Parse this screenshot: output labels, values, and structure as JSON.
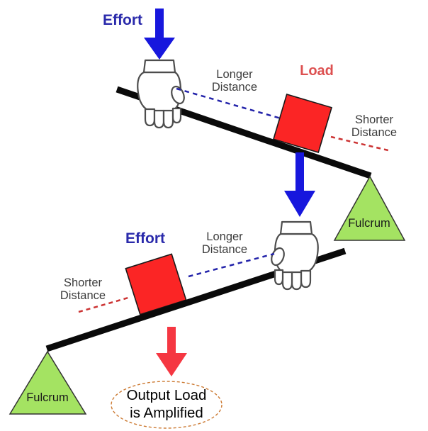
{
  "diagram": {
    "type": "lever-mechanical-advantage",
    "colors": {
      "effort_blue": "#1717dd",
      "effort_text_blue": "#2a2aab",
      "blue_dash": "#2323aa",
      "load_red": "#fb2525",
      "load_text_red": "#dd5151",
      "red_dash": "#cc3333",
      "output_arrow_red": "#f53742",
      "fulcrum_green": "#a4e362",
      "lever_black": "#0a0a0a",
      "distance_text_gray": "#3d3d3d",
      "fulcrum_text": "#1a1a1a",
      "ellipse_orange": "#cc7a33",
      "output_text": "#000000"
    },
    "top": {
      "effort_label": "Effort",
      "load_label": "Load",
      "longer_line1": "Longer",
      "longer_line2": "Distance",
      "shorter_line1": "Shorter",
      "shorter_line2": "Distance",
      "fulcrum_label": "Fulcrum"
    },
    "bottom": {
      "effort_label": "Effort",
      "longer_line1": "Longer",
      "longer_line2": "Distance",
      "shorter_line1": "Shorter",
      "shorter_line2": "Distance",
      "fulcrum_label": "Fulcrum",
      "output_line1": "Output Load",
      "output_line2": "is Amplified"
    }
  }
}
